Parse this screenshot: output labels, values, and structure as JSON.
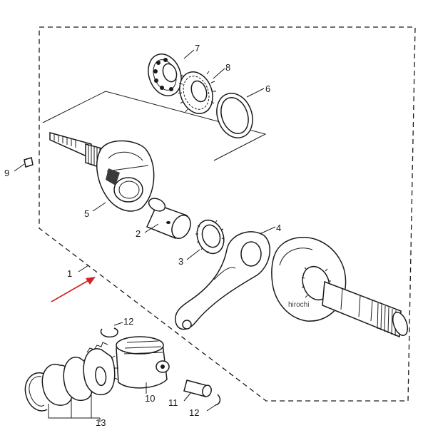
{
  "callouts": {
    "c1": "1",
    "c2": "2",
    "c3": "3",
    "c4": "4",
    "c5": "5",
    "c6": "6",
    "c7": "7",
    "c8": "8",
    "c9": "9",
    "c10": "10",
    "c11": "11",
    "c12a": "12",
    "c12b": "12",
    "c13": "13"
  },
  "watermark": "hirochi",
  "colors": {
    "line": "#1a1a1a",
    "arrow": "#d42020",
    "background": "#ffffff"
  }
}
